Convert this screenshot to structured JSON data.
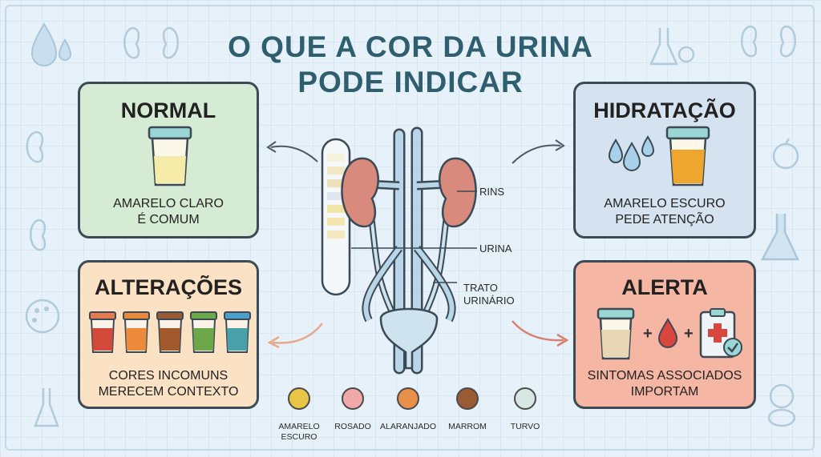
{
  "title": {
    "line1": "O QUE A COR DA URINA",
    "line2": "PODE INDICAR"
  },
  "cards": {
    "normal": {
      "title": "NORMAL",
      "line1": "AMARELO CLARO",
      "line2": "É COMUM"
    },
    "hidratacao": {
      "title": "HIDRATAÇÃO",
      "line1": "AMARELO ESCURO",
      "line2": "PEDE ATENÇÃO"
    },
    "alteracoes": {
      "title": "ALTERAÇÕES",
      "line1": "CORES INCOMUNS",
      "line2": "MERECEM CONTEXTO"
    },
    "alerta": {
      "title": "ALERTA",
      "line1": "SINTOMAS ASSOCIADOS",
      "line2": "IMPORTAM"
    }
  },
  "anatomy_labels": {
    "rins": "RINS",
    "urina": "URINA",
    "trato1": "TRATO",
    "trato2": "URINÁRIO"
  },
  "swatches": [
    {
      "line1": "AMARELO",
      "line2": "ESCURO",
      "color": "#e8c544"
    },
    {
      "line1": "ROSADO",
      "line2": "",
      "color": "#f0a8a8"
    },
    {
      "line1": "ALARANJADO",
      "line2": "",
      "color": "#e8904a"
    },
    {
      "line1": "MARROM",
      "line2": "",
      "color": "#9a5a34"
    },
    {
      "line1": "TURVO",
      "line2": "",
      "color": "#d8e6e4"
    }
  ],
  "colors": {
    "title": "#2f5e6f",
    "normal_bg": "#d8ecd6",
    "hidratacao_bg": "#d6e3f0",
    "alteracoes_bg": "#fbe3c6",
    "alerta_bg": "#f6b8a4",
    "kidney": "#d88a7c",
    "vessel": "#b9d6e8"
  },
  "icons": [
    "water-drop-icon",
    "kidney-icon",
    "flask-icon",
    "urine-sample-cup-icon",
    "blood-drop-icon",
    "medical-clipboard-icon",
    "arrow-icon",
    "color-strip-icon"
  ]
}
